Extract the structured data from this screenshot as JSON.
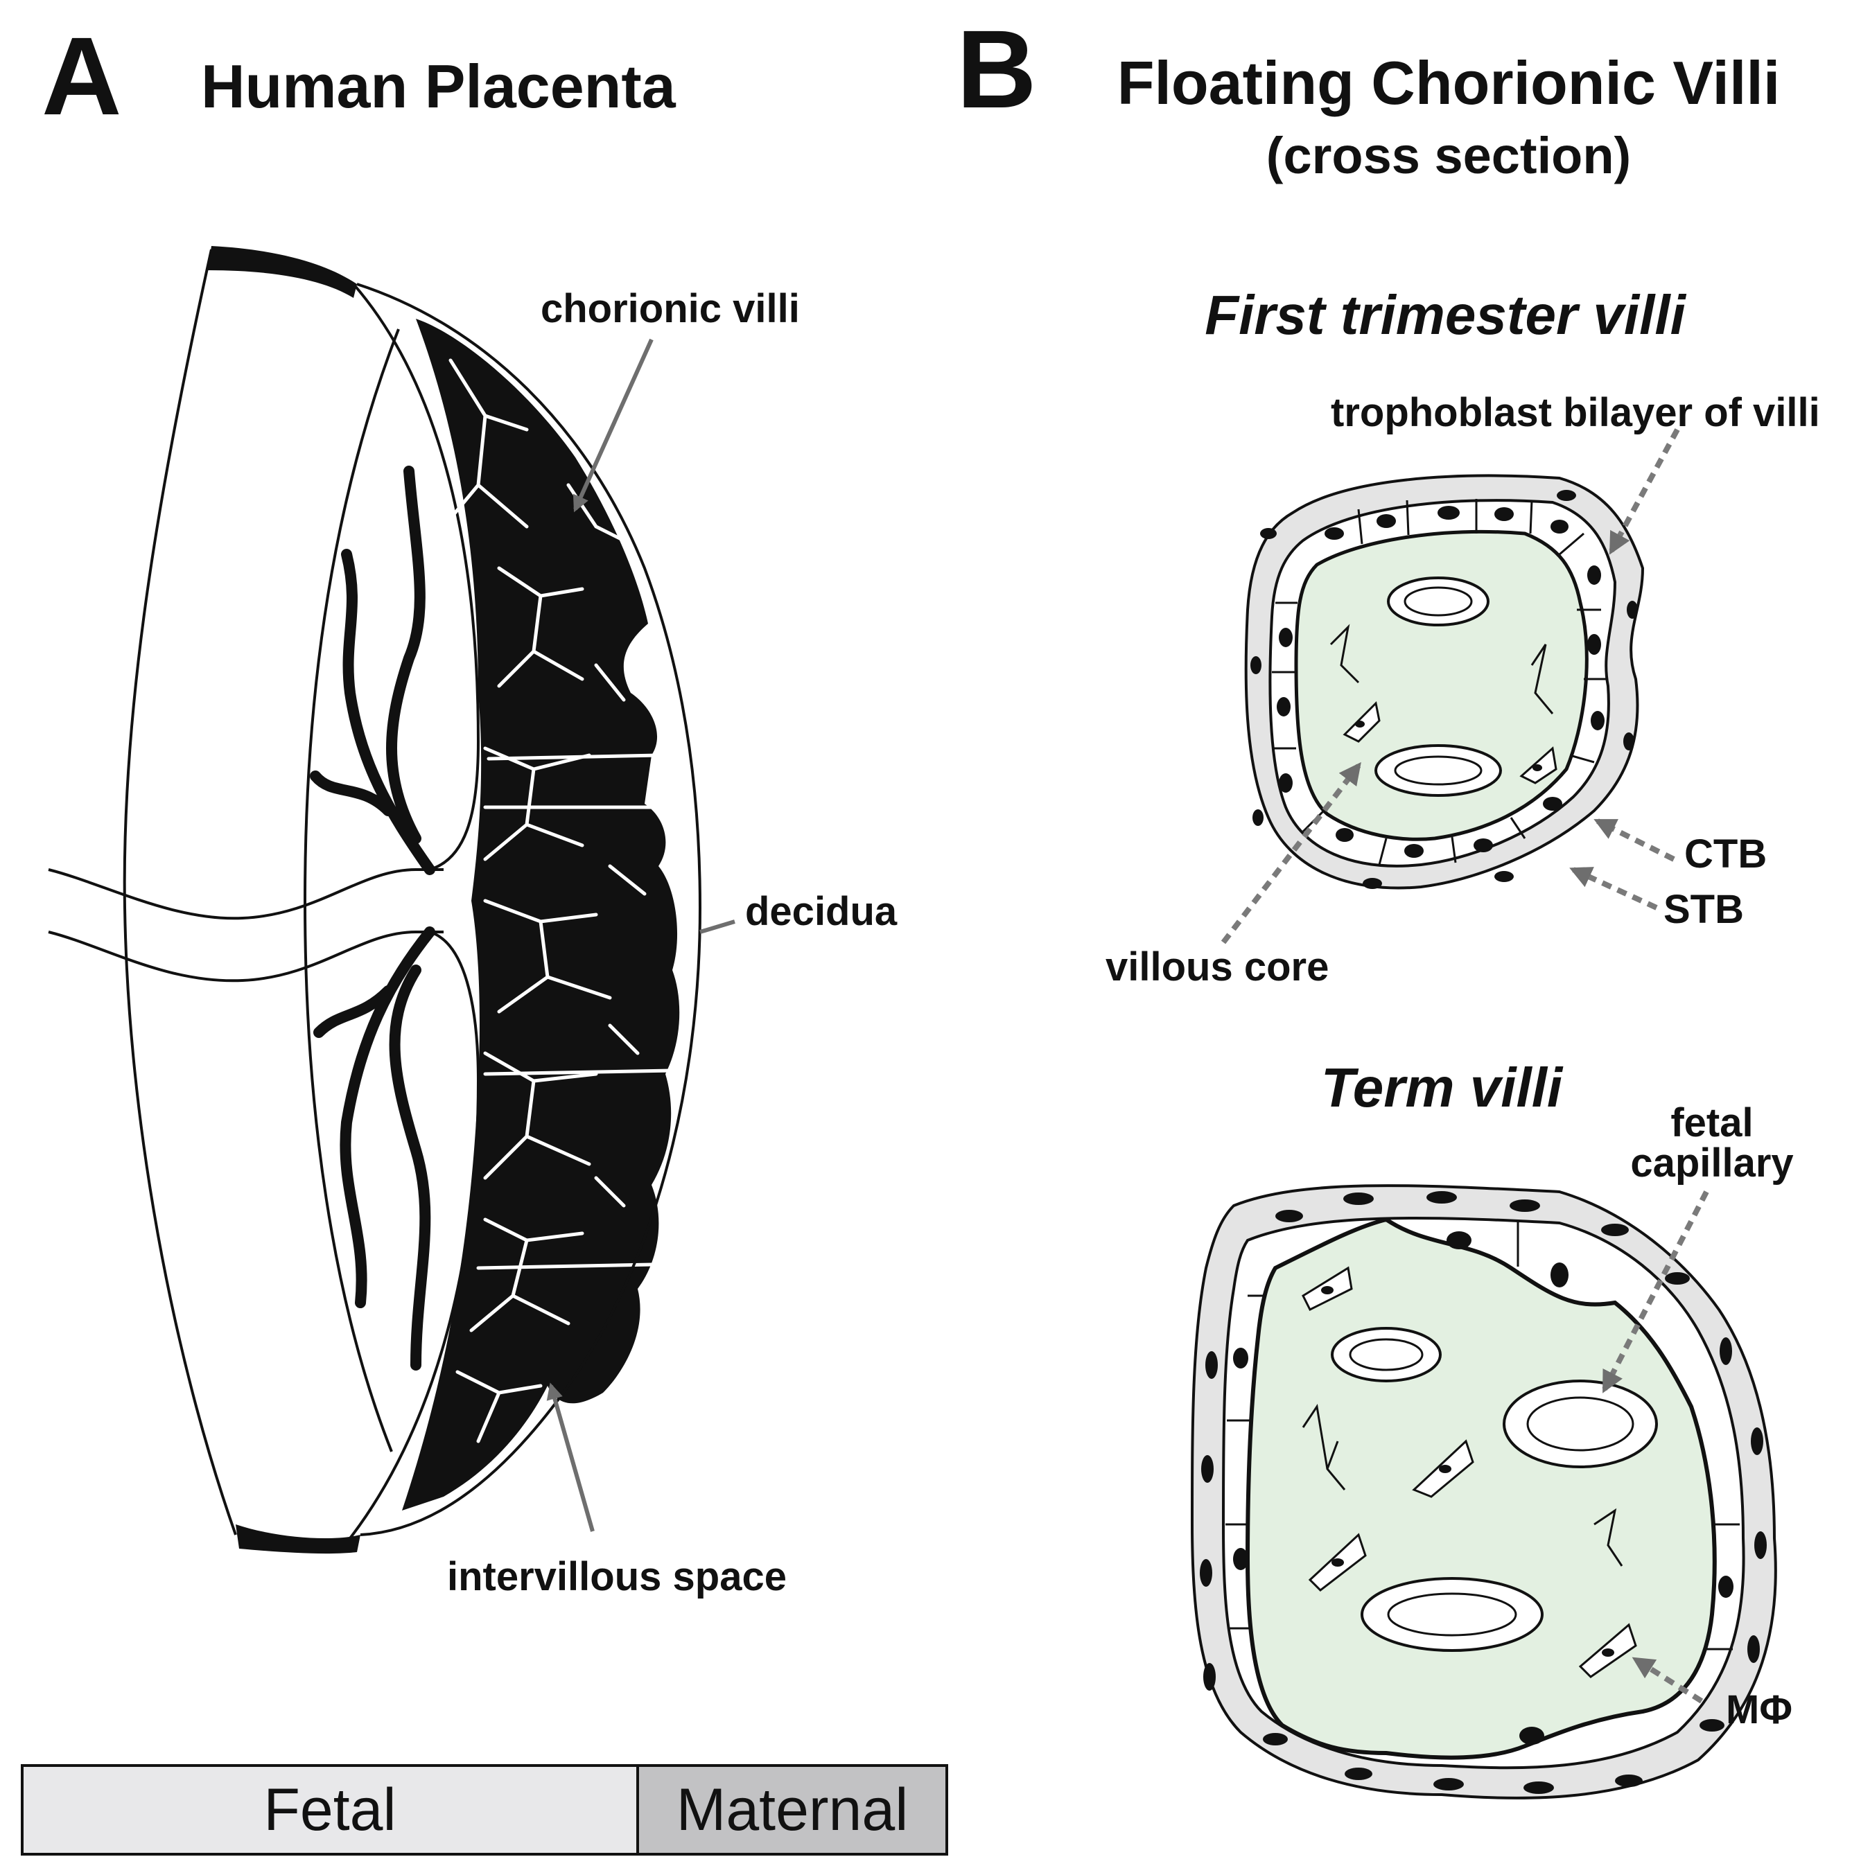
{
  "panel_a": {
    "letter": "A",
    "title": "Human Placenta",
    "labels": {
      "chorionic_villi": "chorionic villi",
      "decidua": "decidua",
      "intervillous_space": "intervillous space"
    },
    "legend": {
      "fetal": "Fetal",
      "maternal": "Maternal"
    }
  },
  "panel_b": {
    "letter": "B",
    "title": "Floating Chorionic Villi",
    "subtitle": "(cross section)",
    "first_trimester": {
      "heading": "First trimester villi",
      "labels": {
        "trophoblast": "trophoblast bilayer of villi",
        "ctb": "CTB",
        "stb": "STB",
        "villous_core": "villous core"
      }
    },
    "term": {
      "heading": "Term villi",
      "labels": {
        "fetal_capillary_line1": "fetal",
        "fetal_capillary_line2": "capillary",
        "macrophage": "MΦ"
      }
    }
  },
  "colors": {
    "ink": "#111111",
    "villous_core": "#e3f0e1",
    "stb_layer": "#e4e4e4",
    "fetal_box": "#e8e8ea",
    "maternal_box": "#c2c2c4",
    "arrow_gray": "#7a7a7a"
  }
}
